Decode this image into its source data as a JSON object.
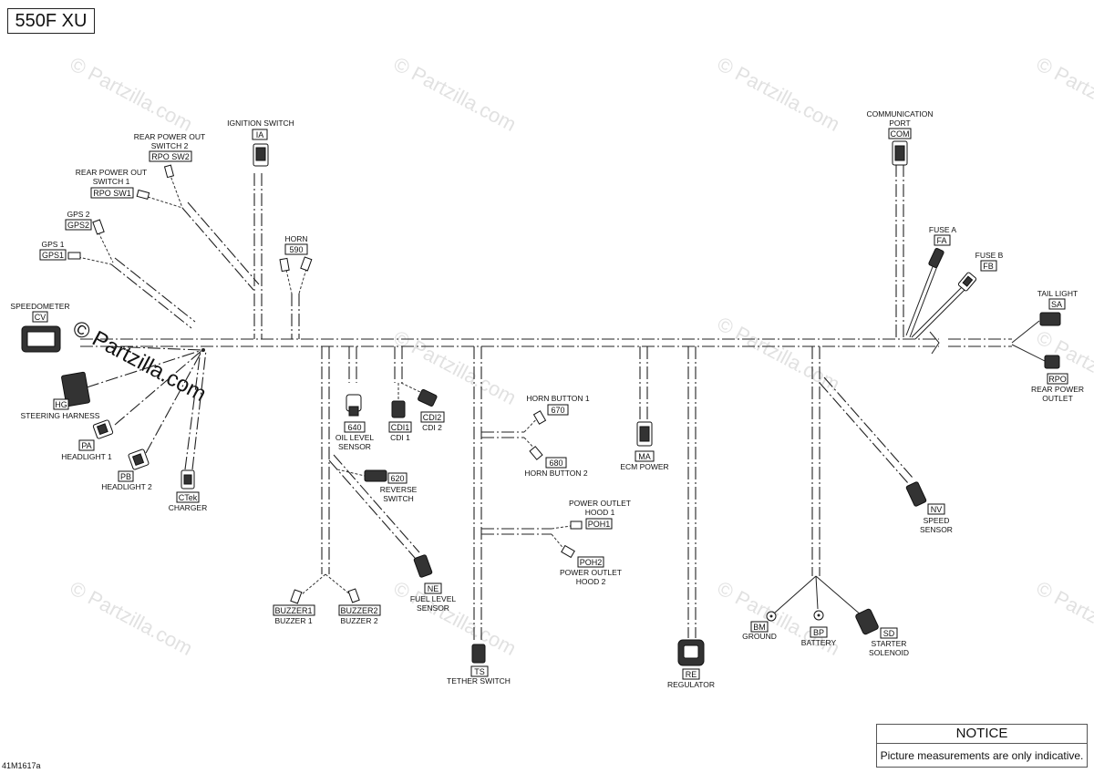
{
  "header": {
    "model": "550F XU"
  },
  "notice": {
    "title": "NOTICE",
    "text": "Picture measurements are only indicative."
  },
  "footer": {
    "reference": "41M1617a"
  },
  "watermark": {
    "text": "© Partzilla.com"
  },
  "components": {
    "ignition_switch": {
      "name": "IGNITION SWITCH",
      "code": "IA"
    },
    "rear_power_out_switch_2": {
      "name_line1": "REAR POWER OUT",
      "name_line2": "SWITCH 2",
      "code": "RPO SW2"
    },
    "rear_power_out_switch_1": {
      "name_line1": "REAR POWER OUT",
      "name_line2": "SWITCH 1",
      "code": "RPO SW1"
    },
    "gps_2": {
      "name": "GPS 2",
      "code": "GPS2"
    },
    "gps_1": {
      "name": "GPS 1",
      "code": "GPS1"
    },
    "horn": {
      "name": "HORN",
      "code": "590"
    },
    "speedometer": {
      "name": "SPEEDOMETER",
      "code": "CV"
    },
    "steering_harness": {
      "name": "STEERING HARNESS",
      "code": "HG"
    },
    "headlight_1": {
      "name": "HEADLIGHT 1",
      "code": "PA"
    },
    "headlight_2": {
      "name": "HEADLIGHT 2",
      "code": "PB"
    },
    "charger": {
      "name": "CHARGER",
      "code": "CTek"
    },
    "oil_level_sensor": {
      "name_line1": "OIL LEVEL",
      "name_line2": "SENSOR",
      "code": "640"
    },
    "cdi_1": {
      "name": "CDI 1",
      "code": "CDI1"
    },
    "cdi_2": {
      "name": "CDI 2",
      "code": "CDI2"
    },
    "reverse_switch": {
      "name_line1": "REVERSE",
      "name_line2": "SWITCH",
      "code": "620"
    },
    "fuel_level_sensor": {
      "name_line1": "FUEL LEVEL",
      "name_line2": "SENSOR",
      "code": "NE"
    },
    "buzzer_1": {
      "name": "BUZZER 1",
      "code": "BUZZER1"
    },
    "buzzer_2": {
      "name": "BUZZER 2",
      "code": "BUZZER2"
    },
    "horn_button_1": {
      "name": "HORN BUTTON 1",
      "code": "670"
    },
    "horn_button_2": {
      "name": "HORN BUTTON 2",
      "code": "680"
    },
    "tether_switch": {
      "name": "TETHER SWITCH",
      "code": "TS"
    },
    "ecm_power": {
      "name": "ECM POWER",
      "code": "MA"
    },
    "power_outlet_hood_1": {
      "name_line1": "POWER OUTLET",
      "name_line2": "HOOD 1",
      "code": "POH1"
    },
    "power_outlet_hood_2": {
      "name_line1": "POWER OUTLET",
      "name_line2": "HOOD 2",
      "code": "POH2"
    },
    "regulator": {
      "name": "REGULATOR",
      "code": "RE"
    },
    "ground": {
      "name": "GROUND",
      "code": "BM"
    },
    "battery": {
      "name": "BATTERY",
      "code": "BP"
    },
    "starter_solenoid": {
      "name_line1": "STARTER",
      "name_line2": "SOLENOID",
      "code": "SD"
    },
    "speed_sensor": {
      "name_line1": "SPEED",
      "name_line2": "SENSOR",
      "code": "NV"
    },
    "communication_port": {
      "name_line1": "COMMUNICATION",
      "name_line2": "PORT",
      "code": "COM"
    },
    "fuse_a": {
      "name": "FUSE A",
      "code": "FA"
    },
    "fuse_b": {
      "name": "FUSE B",
      "code": "FB"
    },
    "tail_light": {
      "name": "TAIL LIGHT",
      "code": "SA"
    },
    "rear_power_outlet": {
      "name_line1": "REAR POWER",
      "name_line2": "OUTLET",
      "code": "RPO"
    }
  }
}
